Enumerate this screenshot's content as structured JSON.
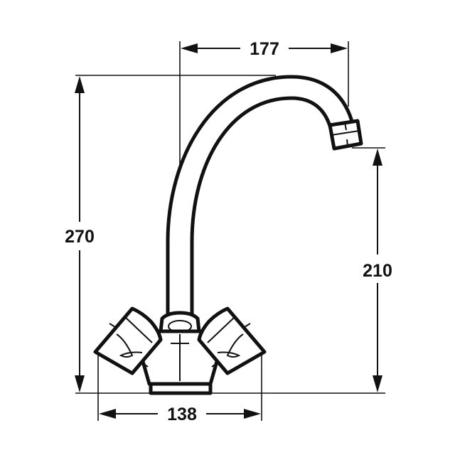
{
  "dimensions": {
    "spout_reach": "177",
    "total_height": "270",
    "spout_height": "210",
    "base_width": "138"
  },
  "colors": {
    "line": "#111111",
    "background": "#ffffff"
  }
}
